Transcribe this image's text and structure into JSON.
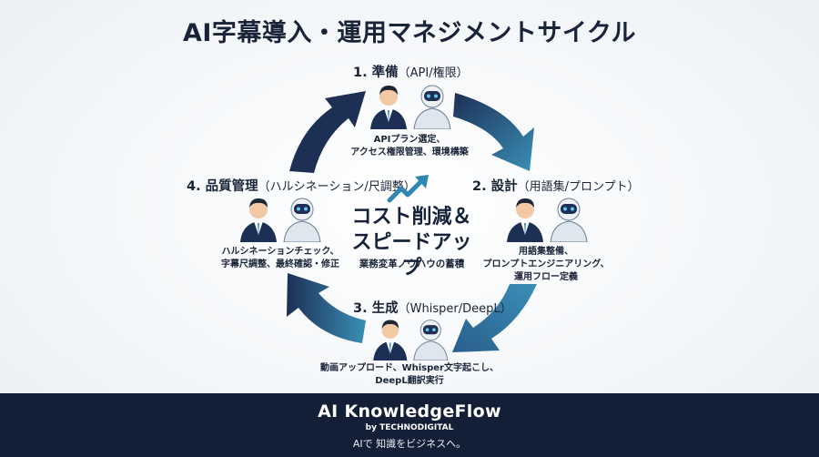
{
  "title": "AI字幕導入・運用マネジメントサイクル",
  "steps": [
    {
      "title": "1. 準備",
      "sub": "（API/権限）",
      "desc_1": "APIプラン選定、",
      "desc_2": "アクセス権限管理、環境構築"
    },
    {
      "title": "2. 設計",
      "sub": "（用語集/プロンプト）",
      "desc_1": "用語集整備、",
      "desc_2": "プロンプトエンジニアリング、",
      "desc_3": "運用フロー定義"
    },
    {
      "title": "3. 生成",
      "sub": "（Whisper/DeepL）",
      "desc_1": "動画アップロード、Whisper文字起こし、",
      "desc_2": "DeepL翻訳実行"
    },
    {
      "title": "4. 品質管理",
      "sub": "（ハルシネーション/尺調整）",
      "desc_1": "ハルシネーションチェック、",
      "desc_2": "字幕尺調整、最終確認・修正"
    }
  ],
  "center": {
    "line_1": "コスト削減＆",
    "line_2": "スピードアップ",
    "sub": "業務変革ノウハウの蓄積"
  },
  "footer": {
    "brand": "AI KnowledgeFlow",
    "byline": "by TECHNODIGITAL",
    "tagline": "AIで 知識をビジネスへ。"
  },
  "colors": {
    "navy": "#1d2f55",
    "teal": "#3a8fb7",
    "footer": "#131f36"
  },
  "icons": [
    "businessman-icon",
    "robot-icon",
    "trend-arrow-icon"
  ]
}
